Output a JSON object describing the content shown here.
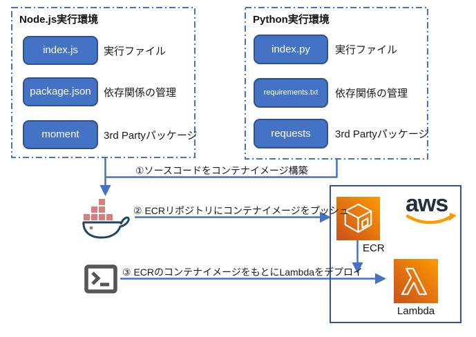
{
  "diagram": {
    "node_env": {
      "title": "Node.js実行環境",
      "rows": [
        {
          "chip": "index.js",
          "label": "実行ファイル"
        },
        {
          "chip": "package.json",
          "label": "依存関係の管理"
        },
        {
          "chip": "moment",
          "label": "3rd Partyパッケージ"
        }
      ]
    },
    "python_env": {
      "title": "Python実行環境",
      "rows": [
        {
          "chip": "index.py",
          "label": "実行ファイル"
        },
        {
          "chip": "requirements.txt",
          "label": "依存関係の管理"
        },
        {
          "chip": "requests",
          "label": "3rd Partyパッケージ"
        }
      ]
    },
    "steps": {
      "build": "①ソースコードをコンテナイメージ構築",
      "push": "② ECRリポジトリにコンテナイメージをプッシュ",
      "deploy": "③ ECRのコンテナイメージをもとにLambdaをデプロイ"
    },
    "aws": {
      "logo_text": "aws",
      "ecr_label": "ECR",
      "lambda_label": "Lambda"
    },
    "icons": {
      "docker": "docker-whale-icon",
      "terminal": "terminal-icon",
      "ecr": "ecr-cube-icon",
      "lambda": "lambda-icon",
      "aws_smile": "aws-smile-arrow-icon"
    },
    "colors": {
      "accent_blue": "#4472C4",
      "chip_fill": "#4472C4",
      "chip_border": "#2F528F",
      "aws_box_border": "#2F5496",
      "aws_navy": "#232F3E",
      "aws_orange": "#FF9900",
      "service_gradient_start": "#C8511B",
      "service_gradient_end": "#FF9900",
      "docker_navy": "#1E4566",
      "docker_container_red": "#D97D7D",
      "terminal_gray": "#555555"
    }
  }
}
